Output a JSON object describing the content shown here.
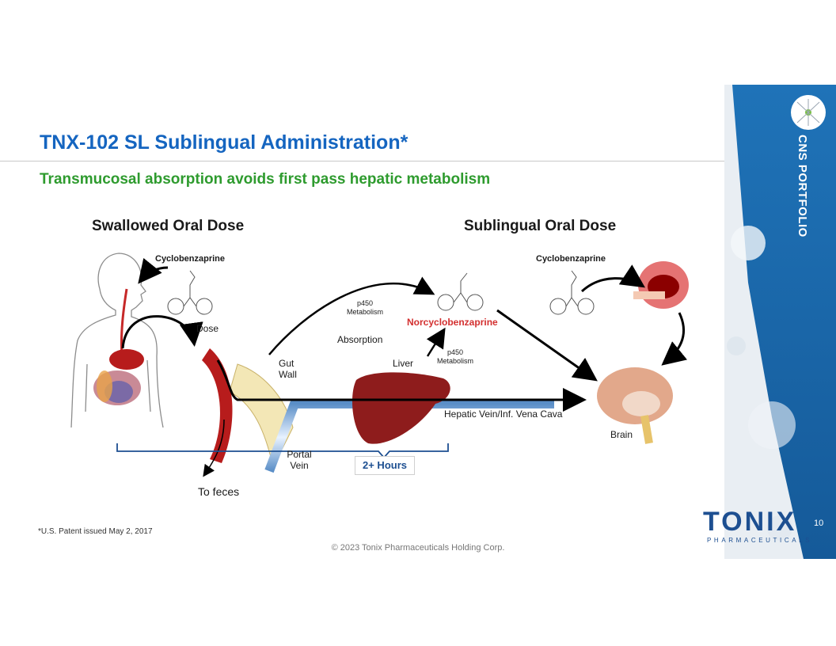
{
  "slide": {
    "title": "TNX-102 SL Sublingual Administration*",
    "subtitle": "Transmucosal absorption avoids first pass hepatic metabolism",
    "footnote": "*U.S. Patent issued May 2, 2017",
    "copyright": "© 2023 Tonix Pharmaceuticals Holding Corp.",
    "page_number": "10",
    "side_label": "CNS PORTFOLIO"
  },
  "brand": {
    "name": "TONIX",
    "tagline": "PHARMACEUTICALS"
  },
  "diagram": {
    "left_heading": "Swallowed Oral Dose",
    "right_heading": "Sublingual Oral Dose",
    "drug_left": "Cyclobenzaprine",
    "drug_right": "Cyclobenzaprine",
    "metabolite": "Norcyclobenzaprine",
    "dose": "Dose",
    "gut_wall": "Gut Wall",
    "absorption": "Absorption",
    "p450_upper": "p450 Metabolism",
    "p450_lower": "p450 Metabolism",
    "liver": "Liver",
    "hepatic_vein": "Hepatic Vein/Inf. Vena Cava",
    "brain": "Brain",
    "portal_vein": "Portal Vein",
    "duration": "2+ Hours",
    "to_feces": "To feces"
  },
  "colors": {
    "title": "#1565c0",
    "subtitle": "#2e9b2e",
    "brand": "#1d4f91",
    "accent_band": "#1b6fb3",
    "metabolite": "#d32f2f"
  }
}
